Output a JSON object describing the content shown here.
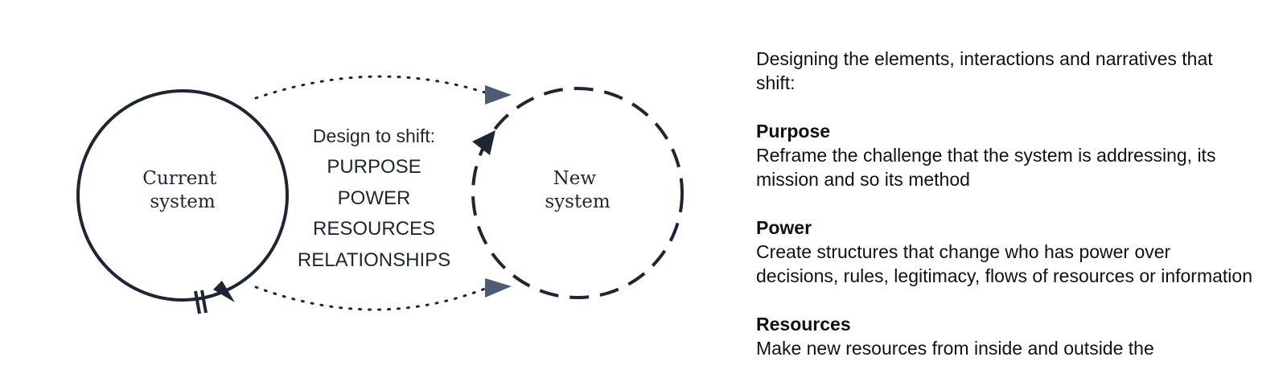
{
  "diagram": {
    "current_system_label": [
      "Current",
      "system"
    ],
    "new_system_label": [
      "New",
      "system"
    ],
    "shift_title": "Design to shift:",
    "shift_items": [
      "PURPOSE",
      "POWER",
      "RESOURCES",
      "RELATIONSHIPS"
    ],
    "colors": {
      "dark": "#1f2533",
      "arrow": "#4f5b72"
    }
  },
  "panel": {
    "intro": "Designing the elements, interactions and narratives that shift:",
    "sections": [
      {
        "title": "Purpose",
        "body": "Reframe the challenge that the system is addressing, its mission and so its method"
      },
      {
        "title": "Power",
        "body": "Create structures that change who has power over decisions, rules, legitimacy, flows of resources or information"
      },
      {
        "title": "Resources",
        "body": "Make new resources from inside and outside the"
      }
    ]
  }
}
